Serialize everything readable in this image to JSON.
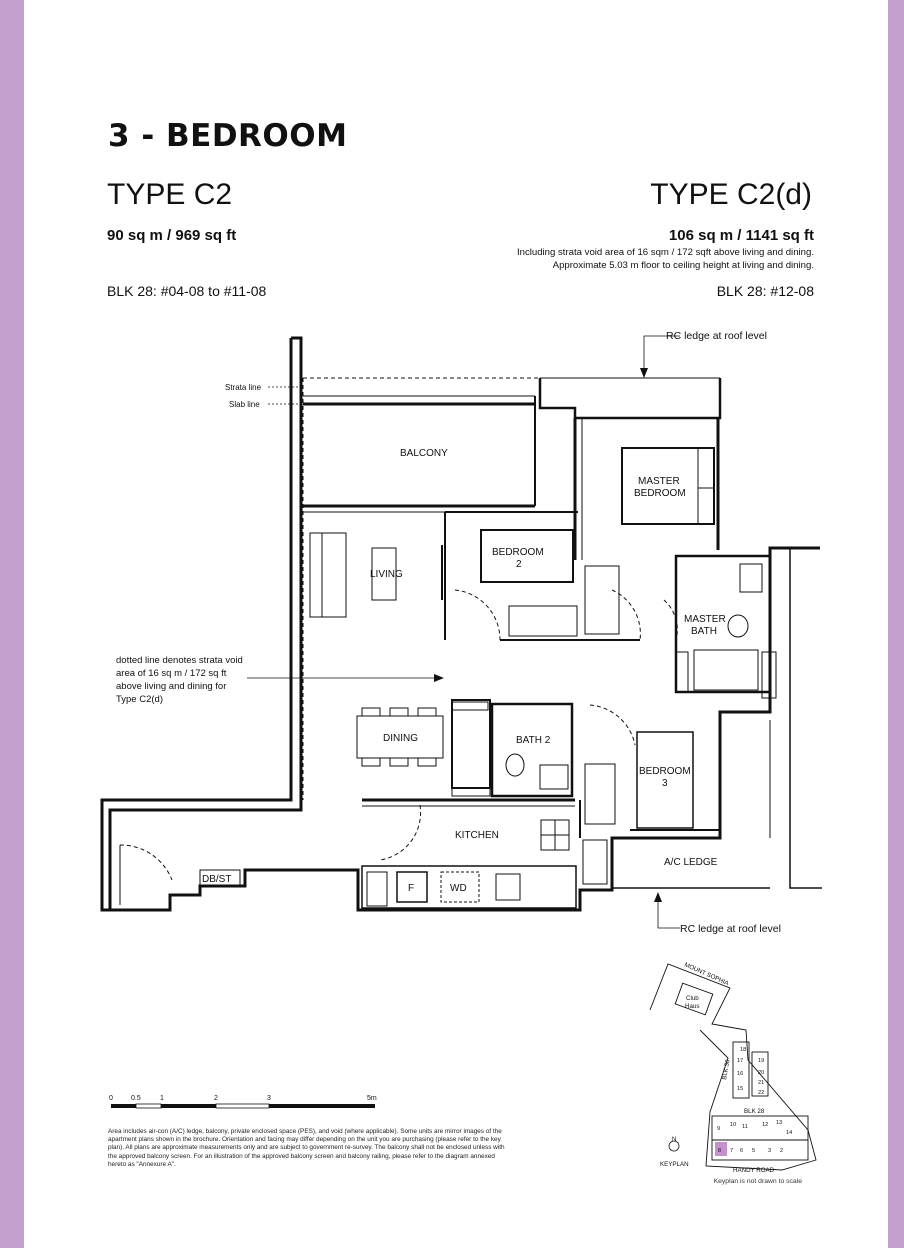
{
  "heading": "3 - BEDROOM",
  "left_unit": {
    "type": "TYPE C2",
    "area": "90 sq m / 969 sq ft",
    "block": "BLK 28: #04-08 to #11-08"
  },
  "right_unit": {
    "type": "TYPE C2(d)",
    "area": "106 sq m / 1141 sq ft",
    "note_line1": "Including strata void area of 16 sqm / 172 sqft above living and dining.",
    "note_line2": "Approximate 5.03 m floor to ceiling height at living and dining.",
    "block": "BLK 28: #12-08"
  },
  "plan_labels": {
    "rc_ledge_top": "RC ledge at roof level",
    "rc_ledge_bottom": "RC ledge at roof level",
    "strata_line": "Strata line",
    "slab_line": "Slab line",
    "balcony": "BALCONY",
    "master_bedroom_1": "MASTER",
    "master_bedroom_2": "BEDROOM",
    "bedroom2_1": "BEDROOM",
    "bedroom2_2": "2",
    "living": "LIVING",
    "master_bath_1": "MASTER",
    "master_bath_2": "BATH",
    "dining": "DINING",
    "bath2": "BATH 2",
    "bedroom3_1": "BEDROOM",
    "bedroom3_2": "3",
    "kitchen": "KITCHEN",
    "ac_ledge": "A/C LEDGE",
    "dbst": "DB/ST",
    "fridge": "F",
    "washer": "WD",
    "void_note_1": "dotted line denotes strata void",
    "void_note_2": "area of 16 sq m / 172 sq ft",
    "void_note_3": "above living and dining for",
    "void_note_4": "Type C2(d)"
  },
  "scale_bar": {
    "ticks": [
      "0",
      "0.5",
      "1",
      "2",
      "3",
      "5m"
    ]
  },
  "keyplan": {
    "road_top": "MOUNT SOPHIA",
    "clubhouse_1": "Club",
    "clubhouse_2": "Haus",
    "blk30": "BLK 30",
    "blk28": "BLK 28",
    "road_bottom": "HANDY ROAD",
    "label": "KEYPLAN",
    "north": "N",
    "units": [
      "18",
      "17",
      "19",
      "16",
      "20",
      "21",
      "15",
      "22",
      "9",
      "10",
      "11",
      "12",
      "13",
      "14",
      "8",
      "7",
      "6",
      "5",
      "3",
      "2"
    ],
    "highlight_color": "#c78fd0",
    "note": "Keyplan is not drawn to scale"
  },
  "disclaimer": "Area includes air-con (A/C) ledge, balcony, private enclosed space (PES), and void (where applicable). Some units are mirror images of the apartment plans shown in the brochure. Orientation and facing may differ depending on the unit you are purchasing (please refer to the key plan). All plans are approximate measurements only and are subject to government re-survey. The balcony shall not be enclosed unless with the approved balcony screen. For an illustration of the approved balcony screen and balcony railing, please refer to the diagram annexed hereto as \"Annexure A\"."
}
